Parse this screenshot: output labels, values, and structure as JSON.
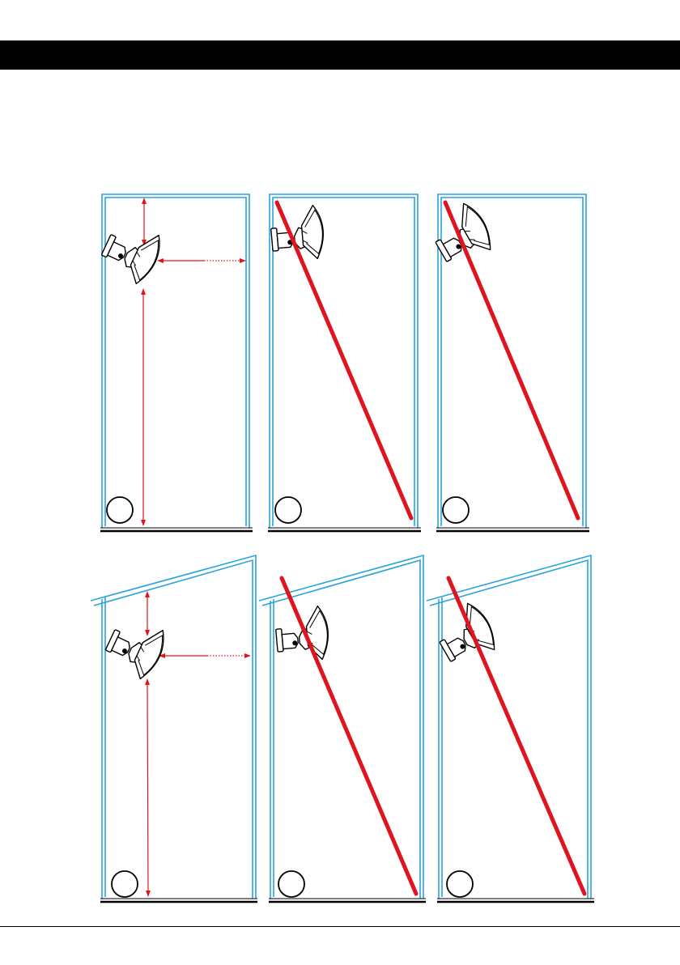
{
  "colors": {
    "wall": "#29a3dc",
    "line": "#e0141f",
    "dimension": "#e0141f",
    "ink": "#000000",
    "header": "#000000"
  },
  "icons": {
    "speaker": "wall-mounted-speaker-icon",
    "badge": "circle-badge"
  },
  "panels": [
    {
      "id": "top-1",
      "row": "top",
      "ceiling": "flat",
      "speaker_tilt_deg": 25,
      "markers": "dimensions"
    },
    {
      "id": "top-2",
      "row": "top",
      "ceiling": "flat",
      "speaker_tilt_deg": -5,
      "markers": "diagonal-line"
    },
    {
      "id": "top-3",
      "row": "top",
      "ceiling": "flat",
      "speaker_tilt_deg": -30,
      "markers": "diagonal-line"
    },
    {
      "id": "bottom-1",
      "row": "bottom",
      "ceiling": "sloped",
      "speaker_tilt_deg": 25,
      "markers": "dimensions"
    },
    {
      "id": "bottom-2",
      "row": "bottom",
      "ceiling": "sloped",
      "speaker_tilt_deg": -5,
      "markers": "diagonal-line"
    },
    {
      "id": "bottom-3",
      "row": "bottom",
      "ceiling": "sloped",
      "speaker_tilt_deg": -30,
      "markers": "diagonal-line"
    }
  ]
}
